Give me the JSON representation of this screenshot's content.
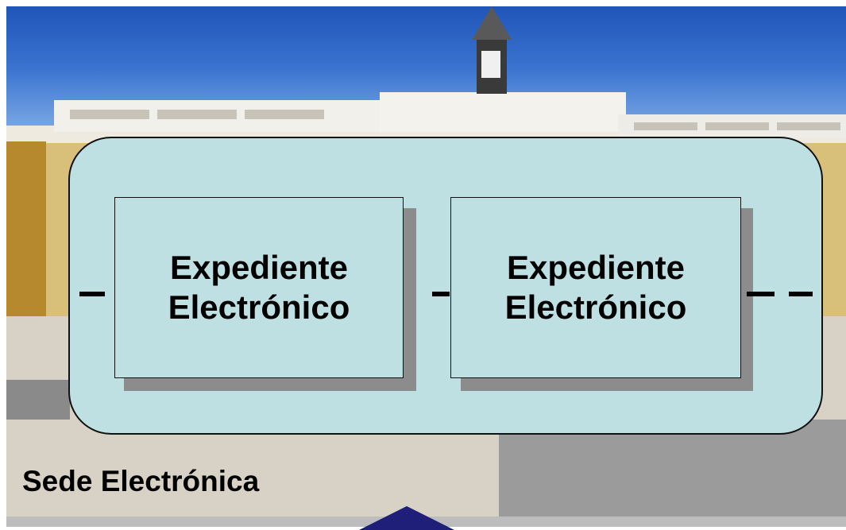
{
  "diagram": {
    "boxes": [
      {
        "line1": "Expediente",
        "line2": "Electrónico"
      },
      {
        "line1": "Expediente",
        "line2": "Electrónico"
      }
    ],
    "caption": "Sede Electrónica"
  },
  "colors": {
    "frame_fill": "#bfe0e2",
    "box_fill": "#bfe0e2",
    "stroke": "#111111",
    "arrow": "#1f1f7a"
  }
}
